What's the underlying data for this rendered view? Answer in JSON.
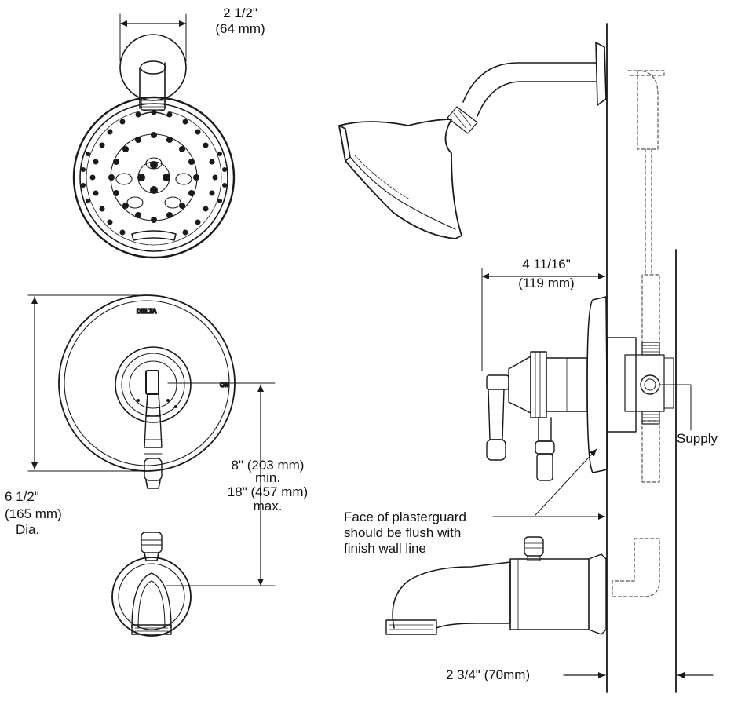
{
  "brand": "DELTA",
  "on_label": "ON",
  "dimensions": {
    "arm_flange": {
      "inches": "2 1/2\"",
      "mm": "(64 mm)"
    },
    "trim_projection": {
      "inches": "4 11/16\"",
      "mm": "(119 mm)"
    },
    "plate_diameter": {
      "inches": "6 1/2\"",
      "mm": "(165 mm)",
      "suffix": "Dia."
    },
    "valve_to_spout": {
      "min_value": "8\" (203 mm)",
      "min_label": "min.",
      "max_value": "18\" (457 mm)",
      "max_label": "max."
    },
    "wall_depth": "2 3/4\" (70mm)"
  },
  "callouts": {
    "plasterguard": [
      "Face of plasterguard",
      "should be flush with",
      "finish wall line"
    ],
    "supply": "Supply"
  },
  "colors": {
    "line": "#1a1a1a",
    "dashed": "#555555"
  }
}
